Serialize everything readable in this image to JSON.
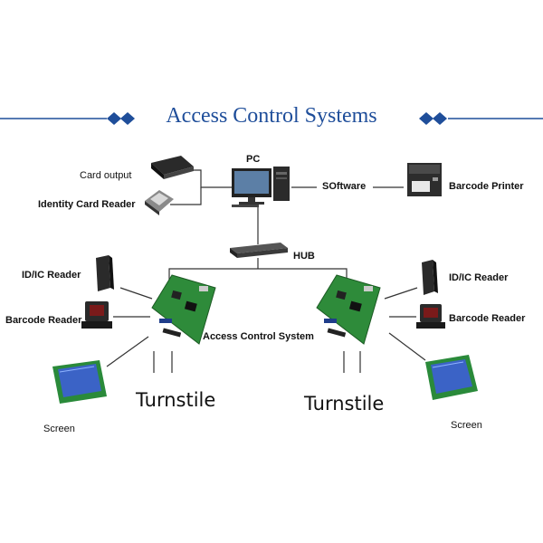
{
  "title": "Access Control Systems",
  "colors": {
    "title": "#1f4e9a",
    "lines": "#333333",
    "pcb": "#2e8b3a",
    "screen": "#3b63c6",
    "hub": "#3a3a3a"
  },
  "nodes": {
    "pc": "PC",
    "software": "SOftware",
    "barcode_printer": "Barcode Printer",
    "card_output": "Card output",
    "identity_card_reader": "Identity Card Reader",
    "hub": "HUB",
    "access_control_system": "Access Control System",
    "left": {
      "id_ic_reader": "ID/IC Reader",
      "barcode_reader": "Barcode Reader",
      "screen": "Screen",
      "turnstile": "Turnstile"
    },
    "right": {
      "id_ic_reader": "ID/IC Reader",
      "barcode_reader": "Barcode Reader",
      "screen": "Screen",
      "turnstile": "Turnstile"
    }
  },
  "icons": [
    "diamond-icon",
    "pc-icon",
    "printer-icon",
    "card-dispenser-icon",
    "card-reader-icon",
    "hub-icon",
    "controller-board-icon",
    "rfid-reader-icon",
    "barcode-scanner-icon",
    "lcd-screen-icon"
  ]
}
